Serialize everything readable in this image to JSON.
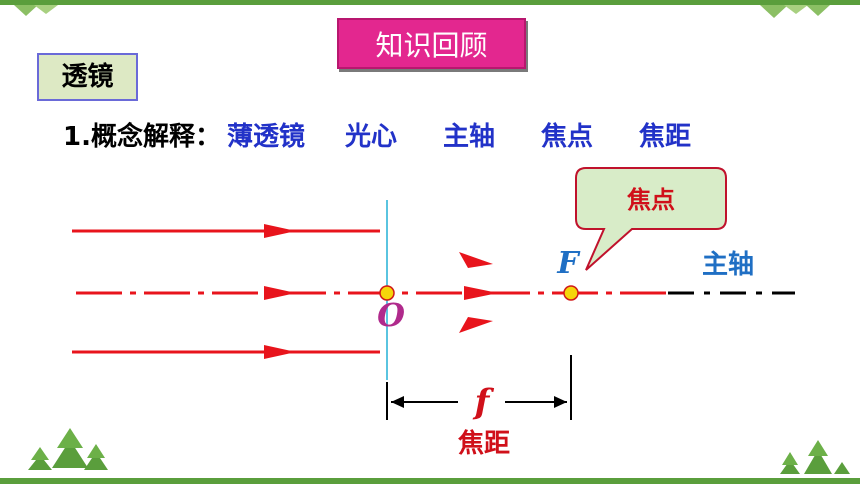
{
  "slide": {
    "title": "知识回顾",
    "section_label": "透镜",
    "concept_heading": "1.概念解释：",
    "concept_terms": [
      "薄透镜",
      "光心",
      "主轴",
      "焦点",
      "焦距"
    ]
  },
  "diagram": {
    "callout_text": "焦点",
    "focus_label": "F",
    "principal_axis_label": "主轴",
    "optical_center_label": "O",
    "focal_length_symbol": "f",
    "focal_length_label": "焦距"
  },
  "colors": {
    "title_bg": "#e3278f",
    "section_bg": "#dde9c4",
    "term_blue": "#2232c8",
    "ray_red": "#e8141c",
    "callout_bg": "#d8ecc8",
    "callout_border": "#c0122c",
    "focus_point": "#f5d60a",
    "label_blue": "#1f6fc4",
    "label_magenta": "#b02a8c",
    "label_red": "#d0101a",
    "theme_green": "#5a9e3c"
  }
}
